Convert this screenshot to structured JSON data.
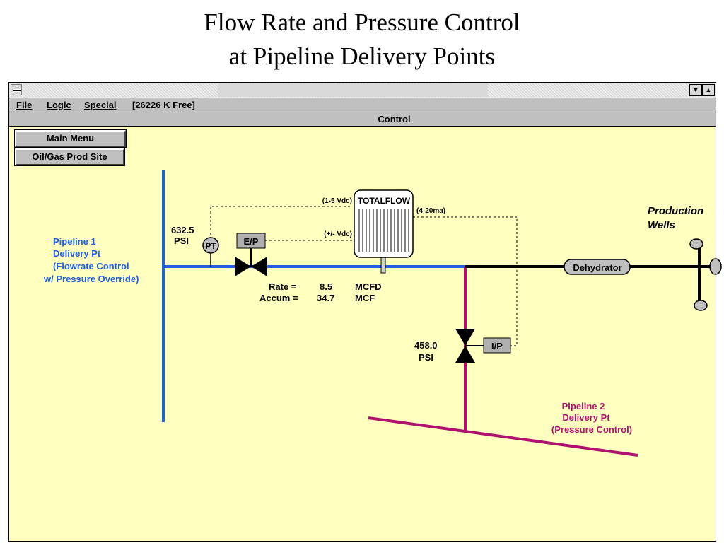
{
  "slide_title": {
    "line1": "Flow Rate and Pressure Control",
    "line2": "at Pipeline Delivery Points"
  },
  "window": {
    "minimize_glyph": "▼",
    "maximize_glyph": "▲",
    "menu": {
      "file": "File",
      "logic": "Logic",
      "special": "Special",
      "memory": "[26226 K Free]"
    },
    "panel_title": "Control"
  },
  "buttons": {
    "main_menu": "Main Menu",
    "oil_gas": "Oil/Gas Prod Site"
  },
  "diagram": {
    "pipeline1": [
      "Pipeline 1",
      "Delivery Pt",
      "(Flowrate Control",
      "w/ Pressure Override)"
    ],
    "pressure1_value": "632.5",
    "pressure1_unit": "PSI",
    "pt_label": "PT",
    "ep_label": "E/P",
    "signal_top": "(1-5 Vdc)",
    "signal_mid": "(+/- Vdc)",
    "signal_right": "(4-20ma)",
    "totalflow": "TOTALFLOW",
    "rate_label": "Rate =",
    "rate_value": "8.5",
    "rate_unit": "MCFD",
    "accum_label": "Accum =",
    "accum_value": "34.7",
    "accum_unit": "MCF",
    "dehydrator": "Dehydrator",
    "production_wells": [
      "Production",
      "Wells"
    ],
    "pressure2_value": "458.0",
    "pressure2_unit": "PSI",
    "ip_label": "I/P",
    "pipeline2": [
      "Pipeline 2",
      "Delivery Pt",
      "(Pressure Control)"
    ]
  },
  "colors": {
    "pipeline1": "#1f5fe0",
    "pipeline2": "#b0106f",
    "background": "#ffffc0",
    "chrome": "#c0c0c0"
  }
}
